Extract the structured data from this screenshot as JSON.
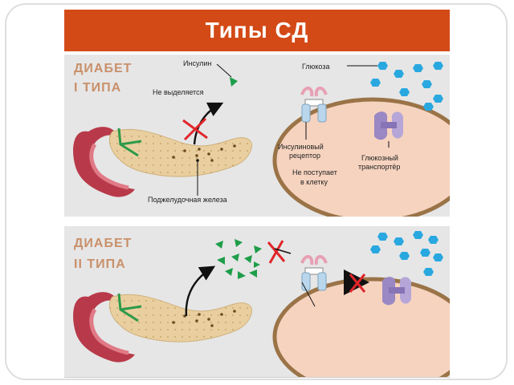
{
  "slide": {
    "title": "Типы СД"
  },
  "panel_type1": {
    "heading_line1": "ДИАБЕТ",
    "heading_line2": "I ТИПА",
    "label_insulin": "Инсулин",
    "label_not_secreted": "Не выделяется",
    "label_glucose": "Глюкоза",
    "label_receptor_line1": "Инсулиновый",
    "label_receptor_line2": "рецептор",
    "label_transporter_line1": "Глюкозный",
    "label_transporter_line2": "транспортёр",
    "label_no_entry_line1": "Не поступает",
    "label_no_entry_line2": "в клетку",
    "label_pancreas": "Поджелудочная железа"
  },
  "panel_type2": {
    "heading_line1": "ДИАБЕТ",
    "heading_line2": "II ТИПА"
  },
  "colors": {
    "title_bar": "#d34a17",
    "heading_text": "#c9906a",
    "panel_bg": "#e6e6e6",
    "cell_fill": "#f6d3bf",
    "cell_border": "#9a7347",
    "glucose": "#29a8e0",
    "insulin": "#1e9e4a",
    "block_x": "#e0262b",
    "transporter": "#9a88c4",
    "pancreas": "#e9cf9f",
    "duodenum": "#b83a4a"
  }
}
